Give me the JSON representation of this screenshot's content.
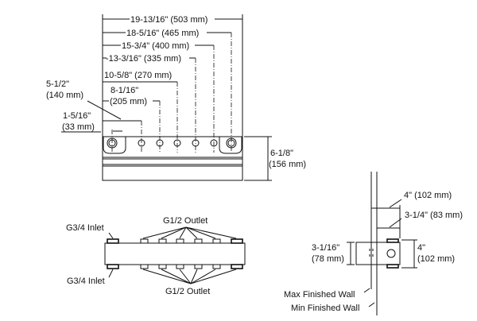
{
  "top_view": {
    "dims": [
      "19-13/16\" (503 mm)",
      "18-5/16\" (465 mm)",
      "15-3/4\" (400 mm)",
      "-13-3/16\" (335 mm)",
      "10-5/8\" (270 mm)"
    ],
    "dim_205_in": "8-1/16\"",
    "dim_205_mm": "(205 mm)",
    "dim_140_in": "5-1/2\"",
    "dim_140_mm": "(140 mm)",
    "dim_33_in": "1-5/16\"",
    "dim_33_mm": "(33 mm)",
    "height_in": "6-1/8\"",
    "height_mm": "(156 mm)"
  },
  "plan_view": {
    "outlet_top": "G1/2 Outlet",
    "outlet_bottom": "G1/2 Outlet",
    "inlet_top": "G3/4 Inlet",
    "inlet_bottom": "G3/4 Inlet"
  },
  "side_view": {
    "depth_max": "4\" (102 mm)",
    "depth_min": "3-1/4\" (83 mm)",
    "left_in": "3-1/16\"",
    "left_mm": "(78 mm)",
    "right_in": "4\"",
    "right_mm": "(102 mm)",
    "max_wall": "Max Finished Wall",
    "min_wall": "Min Finished Wall"
  }
}
